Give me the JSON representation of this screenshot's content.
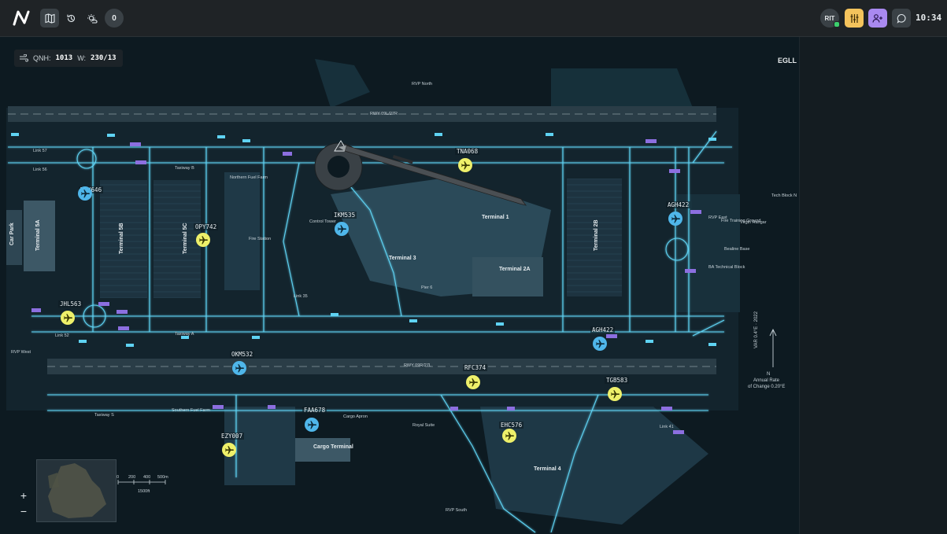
{
  "topbar": {
    "notification_count": "0",
    "user_initials": "RIT",
    "clock": "10:34"
  },
  "map": {
    "weather": {
      "qnh_label": "QNH:",
      "qnh": "1013",
      "wind_label": "W:",
      "wind": "230/13"
    },
    "icao": "EGLL",
    "labels": {
      "rvp_north": "RVP North",
      "rwy_north": "RWY 09L/27R",
      "rwy_south": "RWY 09R/27L",
      "terminal_5a": "Terminal 5A",
      "terminal_5b": "Terminal 5B",
      "terminal_5c": "Terminal 5C",
      "car_park": "Car Park",
      "terminal_1": "Terminal 1",
      "terminal_3": "Terminal 3",
      "terminal_2a": "Terminal 2A",
      "terminal_2b": "Terminal 2B",
      "terminal_4": "Terminal 4",
      "cargo_terminal": "Cargo Terminal",
      "cargo_apron": "Cargo Apron",
      "control_tower": "Control Tower",
      "fire_station": "Fire Station",
      "northern_fuel_farm": "Northern Fuel Farm",
      "southern_fuel_farm": "Southern Fuel Farm",
      "royal_suite": "Royal Suite",
      "rvp_south": "RVP South",
      "rvp_west": "RVP West",
      "rvp_east": "RVP East",
      "fire_training": "Fire Training Ground",
      "virgin_hangar": "Virgin Hangar",
      "ba_technical": "BA Technical Block",
      "beehive_base": "Bealine Base",
      "tech_block": "Tech Block N",
      "pier6": "Pier 6",
      "taxiway_a": "Taxiway A",
      "taxiway_b": "Taxiway B",
      "taxiway_s": "Taxiway S",
      "link57": "Link 57",
      "link56": "Link 56",
      "link52": "Link 52",
      "link35": "Link 35",
      "link41": "Link 41"
    },
    "aircraft": [
      {
        "callsign": "TBH646",
        "color": "blue"
      },
      {
        "callsign": "OPY742",
        "color": "yellow"
      },
      {
        "callsign": "IKM535",
        "color": "blue"
      },
      {
        "callsign": "TNA068",
        "color": "yellow"
      },
      {
        "callsign": "AGH422",
        "color": "blue"
      },
      {
        "callsign": "JHL563",
        "color": "yellow"
      },
      {
        "callsign": "AGH422",
        "color": "blue"
      },
      {
        "callsign": "OKM532",
        "color": "blue"
      },
      {
        "callsign": "RFC374",
        "color": "yellow"
      },
      {
        "callsign": "TGB583",
        "color": "yellow"
      },
      {
        "callsign": "FAA678",
        "color": "blue"
      },
      {
        "callsign": "EHC576",
        "color": "yellow"
      },
      {
        "callsign": "EZY007",
        "color": "yellow"
      }
    ],
    "scale": {
      "s0": "0",
      "s200": "200",
      "s400": "400",
      "s500": "500m",
      "s1500": "1500ft"
    },
    "magnetic": {
      "var": "VAR 0.4°E · 2022",
      "n": "N",
      "annual1": "Annual Rate",
      "annual2": "of Change 0.20°E"
    },
    "zoom_in": "+",
    "zoom_out": "−"
  },
  "colors": {
    "blue_aircraft": "#4fb6ea",
    "yellow_aircraft": "#eef06a",
    "taxiway_line": "#5fd3f3",
    "tag_purple": "#8c6fe0",
    "background": "#0d1a21"
  }
}
